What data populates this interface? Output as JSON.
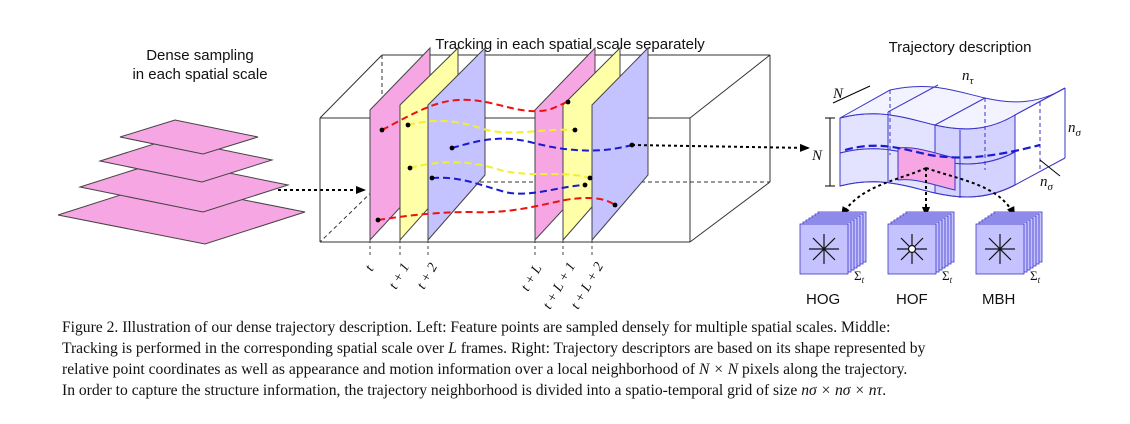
{
  "titles": {
    "left_line1": "Dense sampling",
    "left_line2": "in each spatial scale",
    "middle": "Tracking in each spatial scale separately",
    "right": "Trajectory description"
  },
  "frame_labels": [
    "t",
    "t + 1",
    "t + 2",
    "t + L",
    "t + L + 1",
    "t + L + 2"
  ],
  "grid_labels": {
    "n_tau": "n",
    "n_tau_sub": "τ",
    "n_sigma": "n",
    "n_sigma_sub": "σ",
    "N": "N"
  },
  "descriptors": [
    {
      "name": "HOG",
      "sum": "Σ",
      "sum_sub": "t"
    },
    {
      "name": "HOF",
      "sum": "Σ",
      "sum_sub": "t"
    },
    {
      "name": "MBH",
      "sum": "Σ",
      "sum_sub": "t"
    }
  ],
  "colors": {
    "pink": "#f6a6e3",
    "yellow": "#ffffa8",
    "violet": "#c5c3ff",
    "red": "#ee1111",
    "blue": "#1a1ad0",
    "traj_yellow": "#f2ef2c"
  },
  "caption": {
    "line1": "Figure 2. Illustration of our dense trajectory description.  Left: Feature points are sampled densely for multiple spatial scales.  Middle:",
    "line2a": "Tracking is performed in the corresponding spatial scale over ",
    "line2_var": "L",
    "line2b": " frames. Right: Trajectory descriptors are based on its shape represented by",
    "line3a": "relative point coordinates as well as appearance and motion information over a local neighborhood of ",
    "line3_var": "N × N",
    "line3b": " pixels along the trajectory.",
    "line4a": "In order to capture the structure information, the trajectory neighborhood is divided into a spatio-temporal grid of size ",
    "line4_var": "nσ × nσ × nτ",
    "line4b": "."
  }
}
